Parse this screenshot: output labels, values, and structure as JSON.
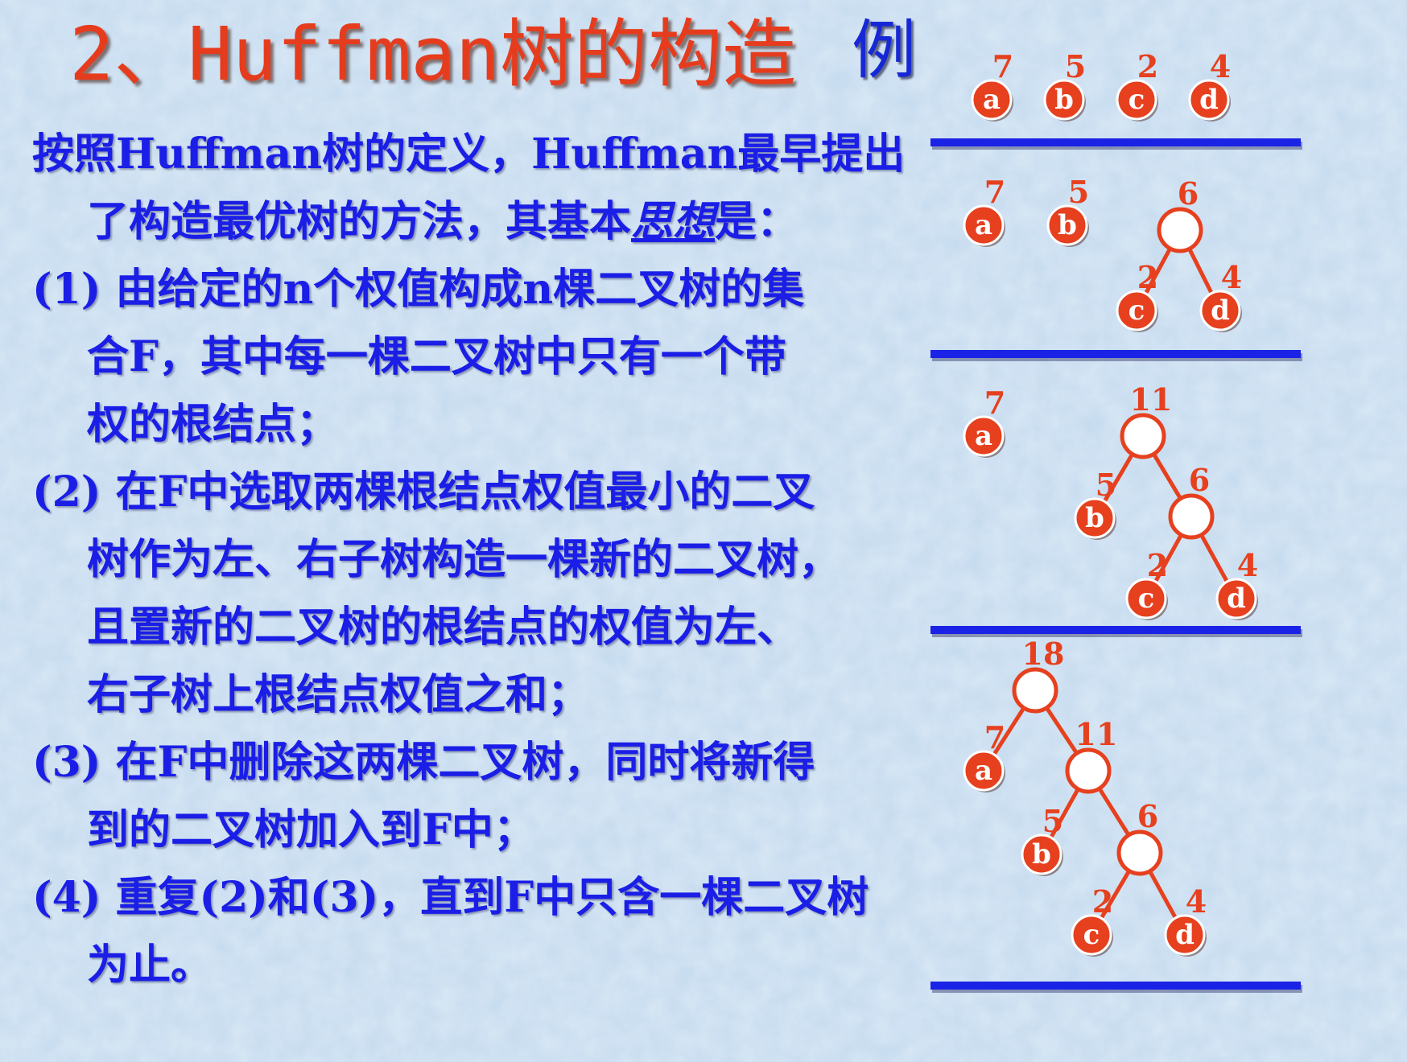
{
  "title": "2、Huffman树的构造",
  "example_label": "例",
  "paragraphs": {
    "intro_line1": "按照Huffman树的定义，Huffman最早提出",
    "intro_line2_prefix": "了构造最优树的方法，其基本",
    "intro_keyword": "思想",
    "intro_line2_suffix": "是：",
    "step1_line1": "(1) 由给定的n个权值构成n棵二叉树的集",
    "step1_line2": "合F，其中每一棵二叉树中只有一个带",
    "step1_line3": "权的根结点；",
    "step2_line1": "(2) 在F中选取两棵根结点权值最小的二叉",
    "step2_line2": "树作为左、右子树构造一棵新的二叉树，",
    "step2_line3": "且置新的二叉树的根结点的权值为左、",
    "step2_line4": "右子树上根结点权值之和；",
    "step3_line1": "(3) 在F中删除这两棵二叉树，同时将新得",
    "step3_line2": "到的二叉树加入到F中；",
    "step4_line1": "(4) 重复(2)和(3)，直到F中只含一棵二叉树",
    "step4_line2": "为止。"
  },
  "diagram": {
    "stages": [
      {
        "nodes": [
          {
            "id": "a",
            "label": "a",
            "weight": "7",
            "leaf": true
          },
          {
            "id": "b",
            "label": "b",
            "weight": "5",
            "leaf": true
          },
          {
            "id": "c",
            "label": "c",
            "weight": "2",
            "leaf": true
          },
          {
            "id": "d",
            "label": "d",
            "weight": "4",
            "leaf": true
          }
        ],
        "edges": []
      },
      {
        "nodes": [
          {
            "id": "a",
            "label": "a",
            "weight": "7",
            "leaf": true
          },
          {
            "id": "b",
            "label": "b",
            "weight": "5",
            "leaf": true
          },
          {
            "id": "n6",
            "label": "",
            "weight": "6",
            "leaf": false
          },
          {
            "id": "c",
            "label": "c",
            "weight": "2",
            "leaf": true
          },
          {
            "id": "d",
            "label": "d",
            "weight": "4",
            "leaf": true
          }
        ],
        "edges": [
          [
            "n6",
            "c"
          ],
          [
            "n6",
            "d"
          ]
        ]
      },
      {
        "nodes": [
          {
            "id": "a",
            "label": "a",
            "weight": "7",
            "leaf": true
          },
          {
            "id": "n11",
            "label": "",
            "weight": "11",
            "leaf": false
          },
          {
            "id": "b",
            "label": "b",
            "weight": "5",
            "leaf": true
          },
          {
            "id": "n6",
            "label": "",
            "weight": "6",
            "leaf": false
          },
          {
            "id": "c",
            "label": "c",
            "weight": "2",
            "leaf": true
          },
          {
            "id": "d",
            "label": "d",
            "weight": "4",
            "leaf": true
          }
        ],
        "edges": [
          [
            "n11",
            "b"
          ],
          [
            "n11",
            "n6"
          ],
          [
            "n6",
            "c"
          ],
          [
            "n6",
            "d"
          ]
        ]
      },
      {
        "nodes": [
          {
            "id": "n18",
            "label": "",
            "weight": "18",
            "leaf": false
          },
          {
            "id": "a",
            "label": "a",
            "weight": "7",
            "leaf": true
          },
          {
            "id": "n11",
            "label": "",
            "weight": "11",
            "leaf": false
          },
          {
            "id": "b",
            "label": "b",
            "weight": "5",
            "leaf": true
          },
          {
            "id": "n6",
            "label": "",
            "weight": "6",
            "leaf": false
          },
          {
            "id": "c",
            "label": "c",
            "weight": "2",
            "leaf": true
          },
          {
            "id": "d",
            "label": "d",
            "weight": "4",
            "leaf": true
          }
        ],
        "edges": [
          [
            "n18",
            "a"
          ],
          [
            "n18",
            "n11"
          ],
          [
            "n11",
            "b"
          ],
          [
            "n11",
            "n6"
          ],
          [
            "n6",
            "c"
          ],
          [
            "n6",
            "d"
          ]
        ]
      }
    ]
  },
  "colors": {
    "title": "#e63c1e",
    "text": "#1a1ee6",
    "node": "#e6401e",
    "separator": "#1a22e6",
    "background": "#c6dcef"
  }
}
